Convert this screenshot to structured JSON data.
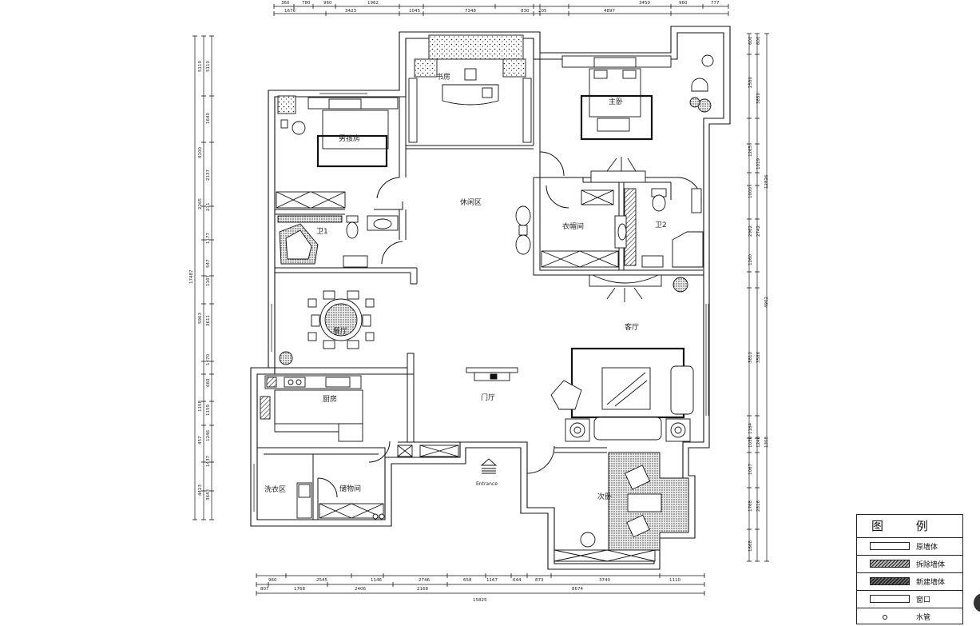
{
  "rooms": {
    "study": "书房",
    "master_bedroom": "主卧",
    "boys_room": "男孩房",
    "leisure_area": "休闲区",
    "bath_left": "卫1",
    "cloakroom": "衣帽间",
    "bath_master": "卫2",
    "dining": "餐厅",
    "living": "客厅",
    "kitchen": "厨房",
    "foyer": "门厅",
    "laundry": "洗衣区",
    "storage": "储物间",
    "second_bedroom": "次卧"
  },
  "entrance_label": "Entrance",
  "dimensions": {
    "top_row1": [
      "360",
      "780",
      "960",
      "1962",
      "3450",
      "960",
      "777"
    ],
    "top_row2": [
      "1676",
      "3423",
      "1045",
      "7348",
      "830",
      "205",
      "4897"
    ],
    "left_outer": [
      "5110",
      "4100",
      "2265",
      "5963",
      "1158",
      "457",
      "4423"
    ],
    "left_inner": [
      "5110",
      "1640",
      "2137",
      "211",
      "1177",
      "547",
      "1167",
      "3611",
      "1470",
      "660",
      "1159",
      "1246",
      "1437",
      "3643"
    ],
    "left_total": "17487",
    "right_inner": [
      "600",
      "2580",
      "3850",
      "1265",
      "1019",
      "1000",
      "2962",
      "1260",
      "3810",
      "1164",
      "1030",
      "1067",
      "1768",
      "1868"
    ],
    "right_outer": [
      "600",
      "12826",
      "2742",
      "4902",
      "3586",
      "1240",
      "2816",
      "1308"
    ],
    "bottom_row1": [
      "960",
      "2545",
      "1146",
      "2746",
      "658",
      "1167",
      "644",
      "873",
      "3740",
      "1110"
    ],
    "bottom_row2": [
      "807",
      "1768",
      "2406",
      "2168",
      "8674"
    ],
    "bottom_total": "15825"
  },
  "legend": {
    "title": "图 例",
    "items": [
      {
        "label": "原墙体",
        "pattern": "plain"
      },
      {
        "label": "拆除墙体",
        "pattern": "hatch1"
      },
      {
        "label": "新建墙体",
        "pattern": "hatch2"
      },
      {
        "label": "窗口",
        "pattern": "plain"
      },
      {
        "label": "水管",
        "pattern": "dot"
      }
    ]
  }
}
